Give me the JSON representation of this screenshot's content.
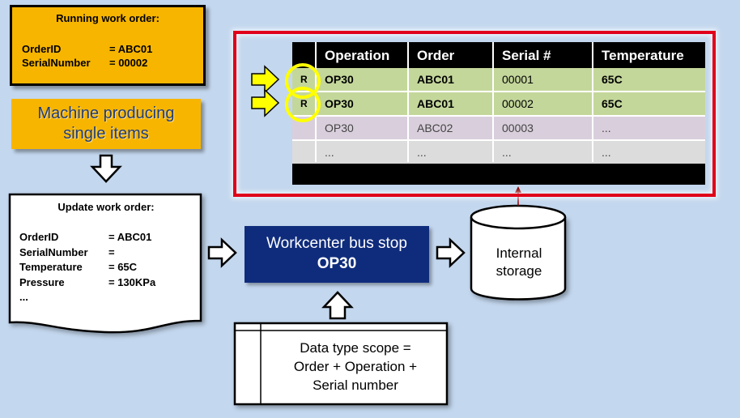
{
  "running_order": {
    "title": "Running work order:",
    "rows": [
      {
        "key": "OrderID",
        "value": "= ABC01"
      },
      {
        "key": "SerialNumber",
        "value": "= 00002"
      }
    ]
  },
  "machine": {
    "line1": "Machine producing",
    "line2": "single items"
  },
  "update_order": {
    "title": "Update work order:",
    "rows": [
      {
        "key": "OrderID",
        "value": "= ABC01"
      },
      {
        "key": "SerialNumber",
        "value": "="
      },
      {
        "key": "Temperature",
        "value": "= 65C"
      },
      {
        "key": "Pressure",
        "value": "= 130KPa"
      },
      {
        "key": "...",
        "value": ""
      }
    ]
  },
  "bus_stop": {
    "line1": "Workcenter bus stop",
    "line2": "OP30"
  },
  "storage": {
    "line1": "Internal",
    "line2": "storage"
  },
  "scope": {
    "line1": "Data type scope =",
    "line2": "Order + Operation +",
    "line3": "Serial number"
  },
  "table": {
    "headers": [
      "Operation",
      "Order",
      "Serial #",
      "Temperature"
    ],
    "rows": [
      {
        "marker": "R",
        "cells": [
          "OP30",
          "ABC01",
          "00001",
          "65C"
        ]
      },
      {
        "marker": "R",
        "cells": [
          "OP30",
          "ABC01",
          "00002",
          "65C"
        ]
      },
      {
        "marker": "",
        "cells": [
          "OP30",
          "ABC02",
          "00003",
          "..."
        ]
      },
      {
        "marker": "",
        "cells": [
          "...",
          "...",
          "...",
          "..."
        ]
      }
    ]
  },
  "colors": {
    "background": "#c3d7ee",
    "accent_orange": "#f7b500",
    "bus_stop_blue": "#0f2c7c",
    "frame_red": "#e0001a",
    "highlight_row": "#c4d79b",
    "other_row": "#d9cfdc",
    "empty_row": "#dcdcdc",
    "marker_yellow": "#ffff00"
  }
}
